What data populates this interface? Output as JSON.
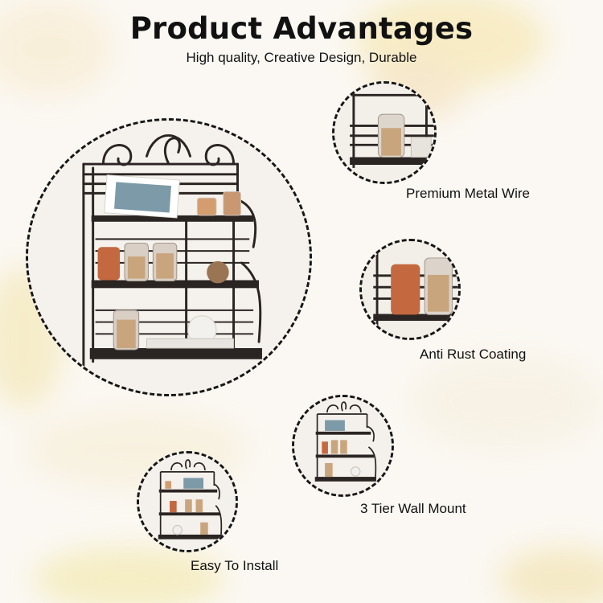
{
  "header": {
    "title": "Product Advantages",
    "subtitle": "High quality, Creative Design, Durable"
  },
  "features": [
    {
      "label": "Premium Metal Wire"
    },
    {
      "label": "Anti Rust Coating"
    },
    {
      "label": "3 Tier Wall Mount"
    },
    {
      "label": "Easy To Install"
    }
  ],
  "colors": {
    "metal": "#2a2422",
    "background": "#fbf8f3",
    "watercolor": "#f3e6b0",
    "copper": "#c46a44",
    "jar_content": "#c9a57e"
  }
}
